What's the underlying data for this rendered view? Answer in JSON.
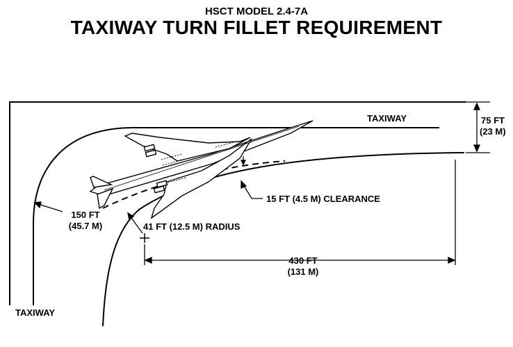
{
  "header": {
    "subtitle": "HSCT MODEL 2.4-7A",
    "title": "TAXIWAY TURN FILLET REQUIREMENT"
  },
  "labels": {
    "taxiway_top": "TAXIWAY",
    "taxiway_bottom": "TAXIWAY",
    "width_ft": "75 FT",
    "width_m": "(23 M)",
    "clearance": "15 FT (4.5 M) CLEARANCE",
    "turn_ft": "150 FT",
    "turn_m": "(45.7 M)",
    "radius": "41 FT (12.5 M) RADIUS",
    "length_ft": "430 FT",
    "length_m": "(131 M)"
  },
  "colors": {
    "ink": "#000000",
    "background": "#ffffff"
  }
}
